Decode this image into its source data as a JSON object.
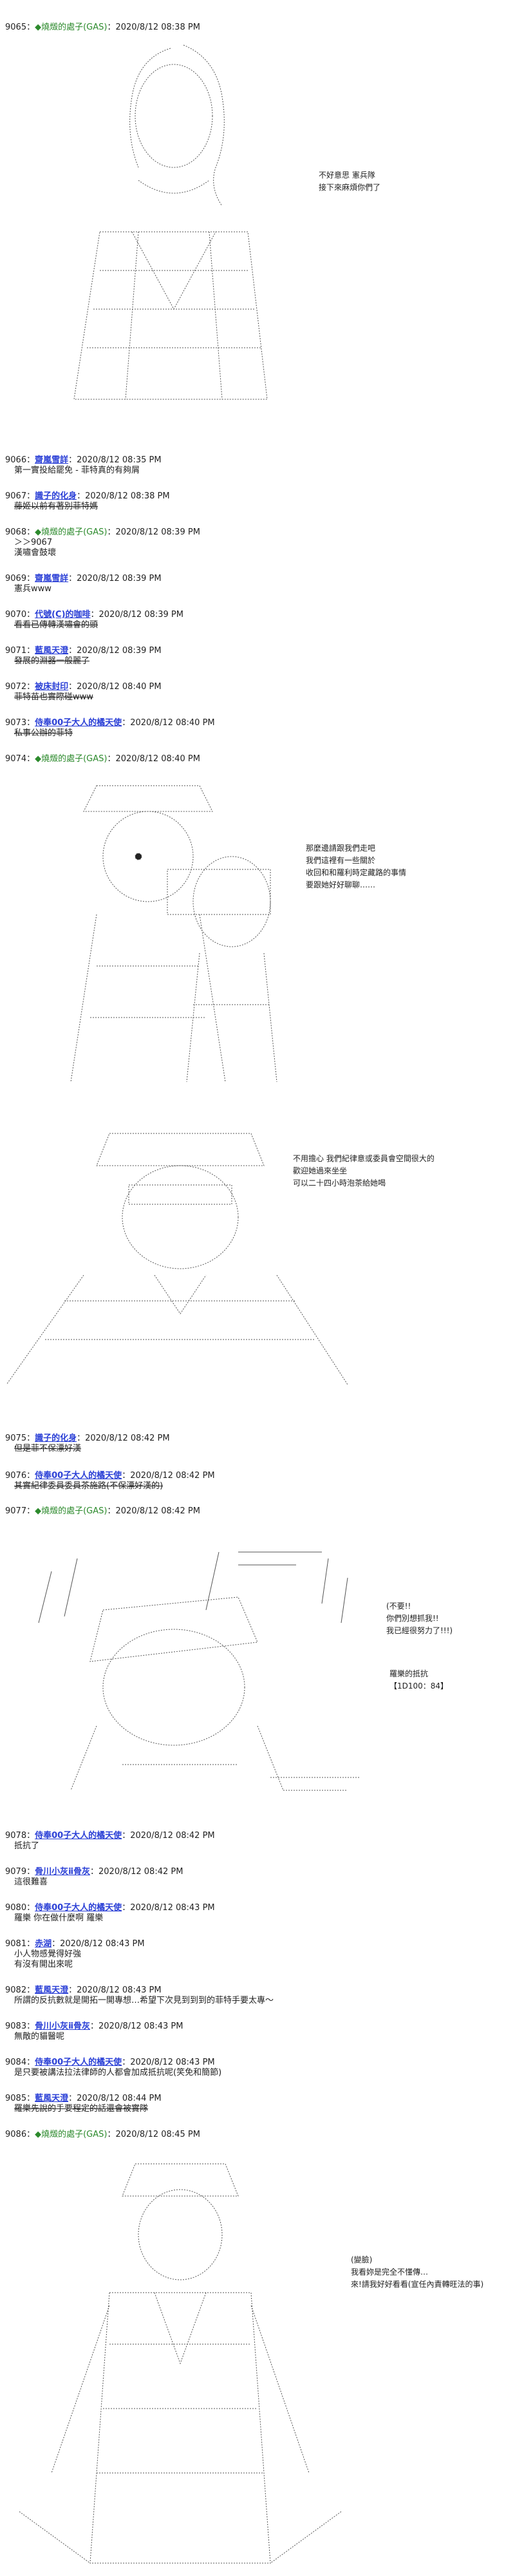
{
  "posts": [
    {
      "num": "9065：",
      "author": "◆燒燬的處子(GAS)",
      "date": "：2020/8/12 08:38 PM",
      "style": "op",
      "body": "",
      "speech": [
        "不好意思 憲兵隊",
        "接下來麻煩你們了"
      ]
    },
    {
      "num": "9066：",
      "author": "齋嵐雪詳",
      "date": "：2020/8/12 08:35 PM",
      "style": "link",
      "body": "第一實投給罷免 - 菲特真的有夠屑"
    },
    {
      "num": "9067：",
      "author": "識子的化身",
      "date": "：2020/8/12 08:38 PM",
      "style": "link",
      "body": "藤姬以前有著別菲特媽"
    },
    {
      "num": "9068：",
      "author": "◆燒燬的處子(GAS)",
      "date": "：2020/8/12 08:39 PM",
      "style": "op",
      "body": "＞＞9067\n漢嘯會鼓壞"
    },
    {
      "num": "9069：",
      "author": "齋嵐雪詳",
      "date": "：2020/8/12 08:39 PM",
      "style": "link",
      "body": "憲兵www"
    },
    {
      "num": "9070：",
      "author": "代號(C)的咖啡",
      "date": "：2020/8/12 08:39 PM",
      "style": "link",
      "body": "看看已傳轉漢嘯會的頭"
    },
    {
      "num": "9071：",
      "author": "藍風天澄",
      "date": "：2020/8/12 08:39 PM",
      "style": "link",
      "body": "發展的淵器一般麗了"
    },
    {
      "num": "9072：",
      "author": "被床封印",
      "date": "：2020/8/12 08:40 PM",
      "style": "link",
      "body": "菲特苗也實際碰www"
    },
    {
      "num": "9073：",
      "author": "侍奉00子大人的橘天使",
      "date": "：2020/8/12 08:40 PM",
      "style": "link",
      "body": "私事公辦的菲特"
    },
    {
      "num": "9074：",
      "author": "◆燒燬的處子(GAS)",
      "date": "：2020/8/12 08:40 PM",
      "style": "op",
      "body": "",
      "speech": [
        "那麼邊請跟我們走吧",
        "我們這裡有一些關於",
        "收回和和羅利時定藏路的事情",
        "要跟她好好聊聊……"
      ],
      "speech2": [
        "不用擔心 我們紀律意或委員會空間很大的",
        "歡迎她過來坐坐",
        "可以二十四小時泡茶給她喝"
      ]
    },
    {
      "num": "9075：",
      "author": "識子的化身",
      "date": "：2020/8/12 08:42 PM",
      "style": "link",
      "body": "但是菲不保漂好漢"
    },
    {
      "num": "9076：",
      "author": "侍奉00子大人的橘天使",
      "date": "：2020/8/12 08:42 PM",
      "style": "link",
      "body": "其實紀律委員委員茶施路(不保漂好漢的)"
    },
    {
      "num": "9077：",
      "author": "◆燒燬的處子(GAS)",
      "date": "：2020/8/12 08:42 PM",
      "style": "op",
      "body": "",
      "speech": [
        "(不要!!",
        "你們別想抓我!!",
        "我已經很努力了!!!)"
      ],
      "speech2": [
        "羅樂的抵抗",
        "【1D100：84】"
      ]
    },
    {
      "num": "9078：",
      "author": "侍奉00子大人的橘天使",
      "date": "：2020/8/12 08:42 PM",
      "style": "link",
      "body": "抵抗了"
    },
    {
      "num": "9079：",
      "author": "骨川小灰ⅱ骨灰",
      "date": "：2020/8/12 08:42 PM",
      "style": "link",
      "body": "這很難喜"
    },
    {
      "num": "9080：",
      "author": "侍奉00子大人的橘天使",
      "date": "：2020/8/12 08:43 PM",
      "style": "link",
      "body": "羅樂 你在做什麼啊 羅樂"
    },
    {
      "num": "9081：",
      "author": "赤湖",
      "date": "：2020/8/12 08:43 PM",
      "style": "link",
      "body": "小人物感覺得好強\n有沒有開出來呢"
    },
    {
      "num": "9082：",
      "author": "藍風天澄",
      "date": "：2020/8/12 08:43 PM",
      "style": "link",
      "body": "所謂的反抗數就是開拓一開專想…希望下次見到到到的菲特手要太專～"
    },
    {
      "num": "9083：",
      "author": "骨川小灰ⅱ骨灰",
      "date": "：2020/8/12 08:43 PM",
      "style": "link",
      "body": "無敵的貓醫呢"
    },
    {
      "num": "9084：",
      "author": "侍奉00子大人的橘天使",
      "date": "：2020/8/12 08:43 PM",
      "style": "link",
      "body": "是只要被講法拉法律師的人都會加成抵抗呢(笑免和簡節)"
    },
    {
      "num": "9085：",
      "author": "藍風天澄",
      "date": "：2020/8/12 08:44 PM",
      "style": "link",
      "body": "羅樂先說的手要程定的話還會被實隊"
    },
    {
      "num": "9086：",
      "author": "◆燒燬的處子(GAS)",
      "date": "：2020/8/12 08:45 PM",
      "style": "op",
      "body": "",
      "speech": [
        "(變臉)",
        "我看妳是完全不懂傳…",
        "來!請我好好看看(宣任內責轉旺法的事)"
      ]
    }
  ]
}
